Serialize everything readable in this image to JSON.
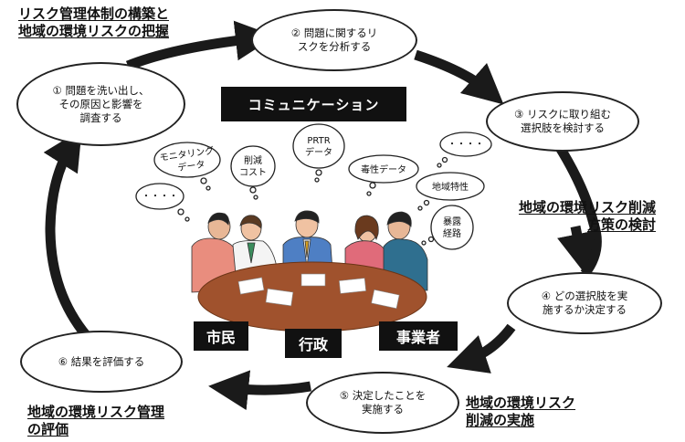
{
  "headings": {
    "top_left_line1": "リスク管理体制の構築と",
    "top_left_line2": "地域の環境リスクの把握",
    "right_line1": "地域の環境リスク削減",
    "right_line2": "方策の検討",
    "bottom_right_line1": "地域の環境リスク",
    "bottom_right_line2": "削減の実施",
    "bottom_left_line1": "地域の環境リスク管理",
    "bottom_left_line2": "の評価"
  },
  "steps": [
    {
      "text": "① 問題を洗い出し、\nその原因と影響を\n調査する"
    },
    {
      "text": "② 問題に関するリ\nスクを分析する"
    },
    {
      "text": "③ リスクに取り組む\n選択肢を検討する"
    },
    {
      "text": "④ どの選択肢を実\n施するか決定する"
    },
    {
      "text": "⑤ 決定したことを\n実施する"
    },
    {
      "text": "⑥ 結果を評価する"
    }
  ],
  "center": {
    "title": "コミュニケーション",
    "bubbles": {
      "monitoring": [
        "モニタリング",
        "データ"
      ],
      "cost": [
        "削減",
        "コスト"
      ],
      "prtr": [
        "PRTR",
        "データ"
      ],
      "toxicity": [
        "毒性データ"
      ],
      "dots": "・・・・",
      "regional": [
        "地域特性"
      ],
      "exposure": [
        "暴露",
        "経路"
      ]
    },
    "stakeholders": {
      "citizens": "市民",
      "government": "行政",
      "business": "事業者"
    }
  },
  "colors": {
    "arrow": "#1a1a1a",
    "banner": "#111111",
    "table": "#a0522d"
  }
}
